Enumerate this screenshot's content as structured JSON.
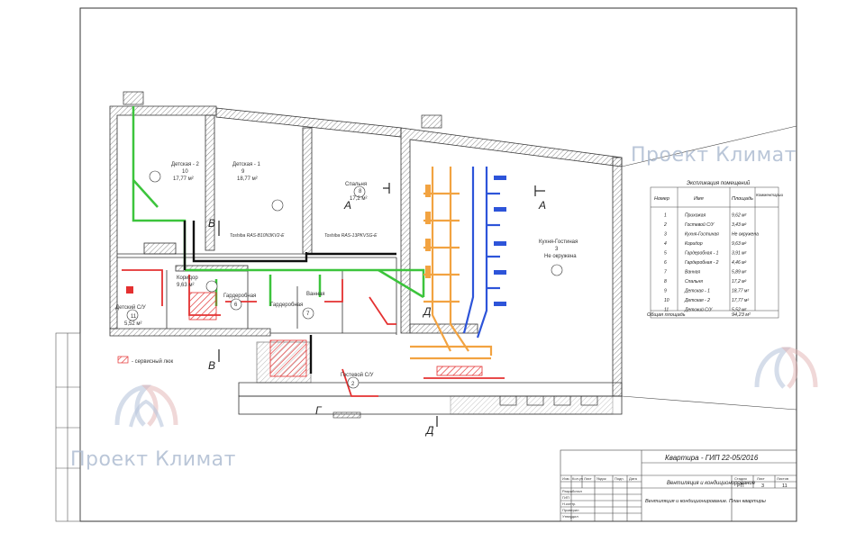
{
  "watermark": {
    "text": "Проект Климат"
  },
  "legend_table": {
    "title": "Экспликация помещений",
    "headers": [
      "Номер",
      "Имя",
      "Площадь",
      "Комментарии"
    ],
    "rows": [
      [
        "1",
        "Прихожая",
        "9,62 м²",
        ""
      ],
      [
        "2",
        "Гостевой С/У",
        "3,43 м²",
        ""
      ],
      [
        "3",
        "Кухня-Гостиная",
        "Не окружена",
        ""
      ],
      [
        "4",
        "Коридор",
        "9,63 м²",
        ""
      ],
      [
        "5",
        "Гардеробная - 1",
        "3,91 м²",
        ""
      ],
      [
        "6",
        "Гардеробная - 2",
        "4,46 м²",
        ""
      ],
      [
        "7",
        "Ванная",
        "5,89 м²",
        ""
      ],
      [
        "8",
        "Спальня",
        "17,2 м²",
        ""
      ],
      [
        "9",
        "Детская - 1",
        "18,77 м²",
        ""
      ],
      [
        "10",
        "Детская - 2",
        "17,77 м²",
        ""
      ],
      [
        "11",
        "Детский С/У",
        "5,52 м²",
        ""
      ]
    ],
    "total_label": "Общая площадь",
    "total_value": "94,23 м²"
  },
  "rooms": {
    "r10": {
      "name": "Детская - 2",
      "num": "10",
      "area": "17,77 м²"
    },
    "r9": {
      "name": "Детская - 1",
      "num": "9",
      "area": "18,77 м²"
    },
    "r8": {
      "name": "Спальня",
      "num": "8",
      "area": "17,2 м²"
    },
    "r3": {
      "name": "Кухня-Гостиная",
      "num": "3",
      "area": "Не окружена"
    },
    "r11": {
      "name": "Детский С/У",
      "num": "11",
      "area": "5,52 м²"
    },
    "r7": {
      "name": "Ванная",
      "num": "7"
    },
    "r6": {
      "name": "Гардеробная",
      "num": "6"
    },
    "r5": {
      "name": "Гардеробная",
      "num": "5"
    },
    "r4": {
      "name": "Коридор",
      "num": "4",
      "area": "9,63 м²"
    },
    "r2": {
      "name": "Гостевой С/У",
      "num": "2"
    }
  },
  "section_marks": [
    "А",
    "А",
    "В",
    "В",
    "Г",
    "Д",
    "Д"
  ],
  "unit_labels": [
    "Toshiba RAS-B10N3KV2-E",
    "Toshiba RAS-13PKVSG-E"
  ],
  "service_note": "- сервисный люк",
  "title_block": {
    "project": "Квартира - ГИП 22-05/2016",
    "section": "Вентиляция и кондиционирование",
    "sheet_title": "Вентиляция и кондиционирование. План квартиры",
    "stage_h": "Стадия",
    "sheet_h": "Лист",
    "sheets_h": "Листов",
    "stage": "РП",
    "sheet": "3",
    "sheets": "11",
    "cols": [
      "Изм.",
      "Кол.уч",
      "Лист",
      "№док",
      "Подп.",
      "Дата"
    ],
    "roles": [
      "Разработал",
      "ГИП",
      "Н.контр.",
      "Проверил",
      "Утвердил"
    ]
  }
}
